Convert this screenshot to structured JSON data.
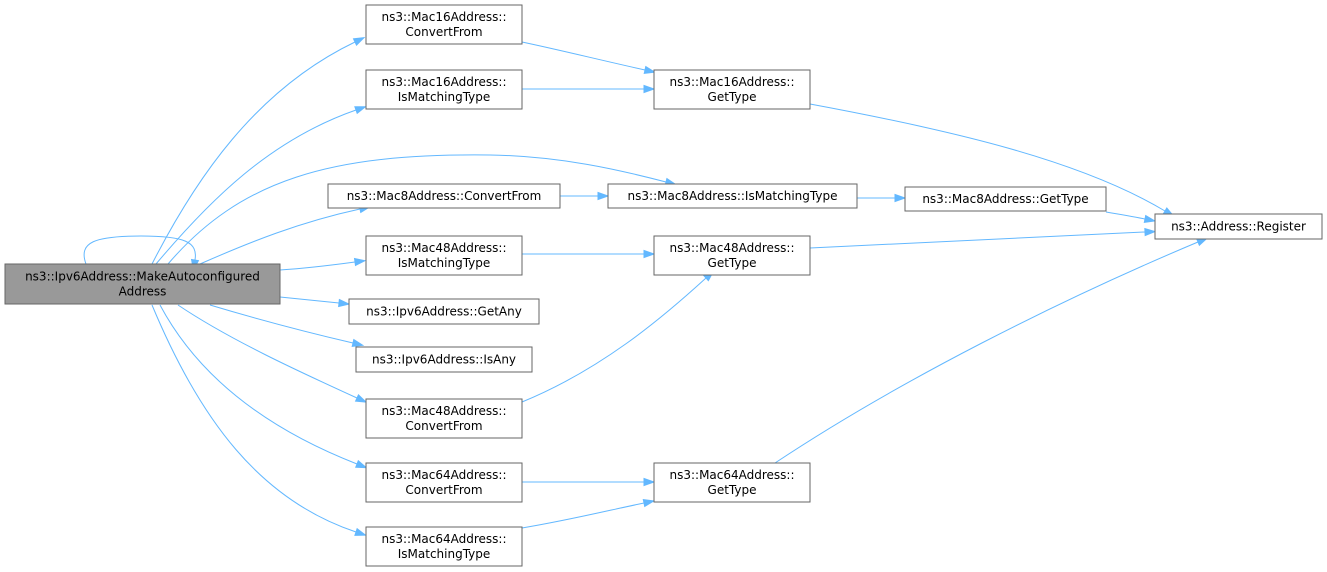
{
  "graph": {
    "edge_color": "#63b8ff",
    "root_fill": "#999999",
    "node_border": "#666666",
    "nodes": [
      {
        "id": "root",
        "lines": [
          "ns3::Ipv6Address::MakeAutoconfigured",
          "Address"
        ],
        "root": true
      },
      {
        "id": "m16cf",
        "lines": [
          "ns3::Mac16Address::",
          "ConvertFrom"
        ]
      },
      {
        "id": "m16im",
        "lines": [
          "ns3::Mac16Address::",
          "IsMatchingType"
        ]
      },
      {
        "id": "m16gt",
        "lines": [
          "ns3::Mac16Address::",
          "GetType"
        ]
      },
      {
        "id": "m8cf",
        "lines": [
          "ns3::Mac8Address::ConvertFrom"
        ]
      },
      {
        "id": "m8im",
        "lines": [
          "ns3::Mac8Address::IsMatchingType"
        ]
      },
      {
        "id": "m8gt",
        "lines": [
          "ns3::Mac8Address::GetType"
        ]
      },
      {
        "id": "reg",
        "lines": [
          "ns3::Address::Register"
        ]
      },
      {
        "id": "m48im",
        "lines": [
          "ns3::Mac48Address::",
          "IsMatchingType"
        ]
      },
      {
        "id": "m48gt",
        "lines": [
          "ns3::Mac48Address::",
          "GetType"
        ]
      },
      {
        "id": "getany",
        "lines": [
          "ns3::Ipv6Address::GetAny"
        ]
      },
      {
        "id": "isany",
        "lines": [
          "ns3::Ipv6Address::IsAny"
        ]
      },
      {
        "id": "m48cf",
        "lines": [
          "ns3::Mac48Address::",
          "ConvertFrom"
        ]
      },
      {
        "id": "m64cf",
        "lines": [
          "ns3::Mac64Address::",
          "ConvertFrom"
        ]
      },
      {
        "id": "m64gt",
        "lines": [
          "ns3::Mac64Address::",
          "GetType"
        ]
      },
      {
        "id": "m64im",
        "lines": [
          "ns3::Mac64Address::",
          "IsMatchingType"
        ]
      }
    ],
    "edges": [
      {
        "from": "root",
        "to": "root"
      },
      {
        "from": "root",
        "to": "m16cf"
      },
      {
        "from": "root",
        "to": "m16im"
      },
      {
        "from": "root",
        "to": "m8im"
      },
      {
        "from": "root",
        "to": "m8cf"
      },
      {
        "from": "root",
        "to": "m48im"
      },
      {
        "from": "root",
        "to": "getany"
      },
      {
        "from": "root",
        "to": "isany"
      },
      {
        "from": "root",
        "to": "m48cf"
      },
      {
        "from": "root",
        "to": "m64cf"
      },
      {
        "from": "root",
        "to": "m64im"
      },
      {
        "from": "m16cf",
        "to": "m16gt"
      },
      {
        "from": "m16im",
        "to": "m16gt"
      },
      {
        "from": "m16gt",
        "to": "reg"
      },
      {
        "from": "m8cf",
        "to": "m8im"
      },
      {
        "from": "m8im",
        "to": "m8gt"
      },
      {
        "from": "m8gt",
        "to": "reg"
      },
      {
        "from": "m48im",
        "to": "m48gt"
      },
      {
        "from": "m48gt",
        "to": "reg"
      },
      {
        "from": "m48cf",
        "to": "m48gt"
      },
      {
        "from": "m64cf",
        "to": "m64gt"
      },
      {
        "from": "m64im",
        "to": "m64gt"
      },
      {
        "from": "m64gt",
        "to": "reg"
      }
    ]
  }
}
